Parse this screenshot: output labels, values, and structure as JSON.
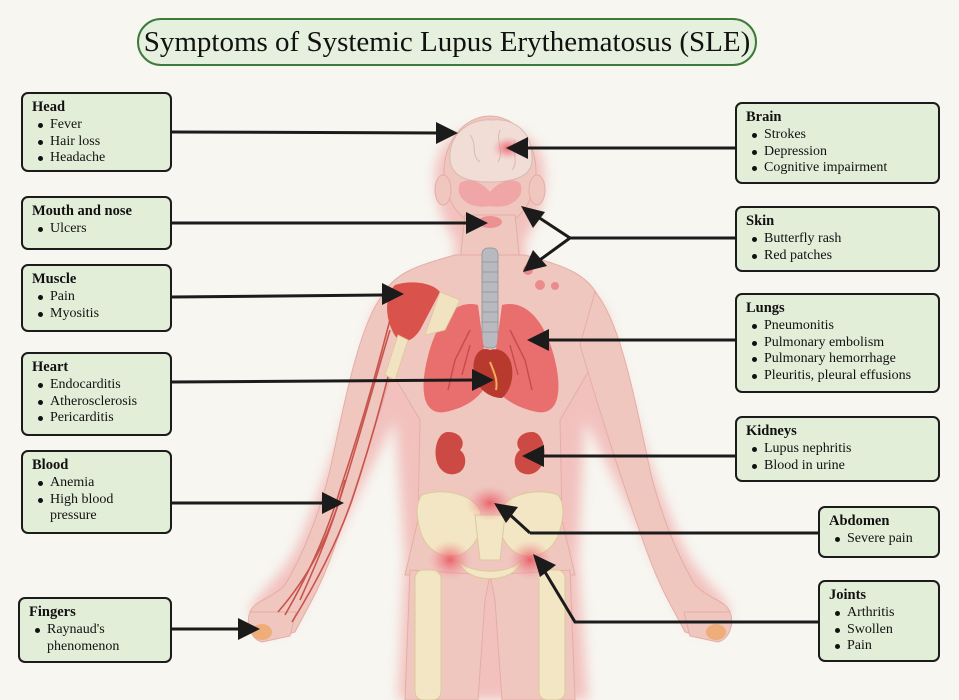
{
  "title": "Symptoms of Systemic Lupus Erythematosus (SLE)",
  "colors": {
    "box_fill": "#e3eed9",
    "box_border": "#1b1b1b",
    "title_border": "#3e7a3a",
    "inflammation": "#e8505b",
    "skin": "#efc7bf",
    "bone": "#f3e6c4",
    "lungs": "#e96e6e"
  },
  "boxes": {
    "head": {
      "title": "Head",
      "items": [
        "Fever",
        "Hair loss",
        "Headache"
      ]
    },
    "mouth": {
      "title": "Mouth and nose",
      "items": [
        "Ulcers"
      ]
    },
    "muscle": {
      "title": "Muscle",
      "items": [
        "Pain",
        "Myositis"
      ]
    },
    "heart": {
      "title": "Heart",
      "items": [
        "Endocarditis",
        "Atherosclerosis",
        "Pericarditis"
      ]
    },
    "blood": {
      "title": "Blood",
      "items": [
        "Anemia",
        "High blood pressure"
      ]
    },
    "fingers": {
      "title": "Fingers",
      "items": [
        "Raynaud's phenomenon"
      ]
    },
    "brain": {
      "title": "Brain",
      "items": [
        "Strokes",
        "Depression",
        "Cognitive impairment"
      ]
    },
    "skin": {
      "title": "Skin",
      "items": [
        "Butterfly rash",
        "Red patches"
      ]
    },
    "lungs": {
      "title": "Lungs",
      "items": [
        "Pneumonitis",
        "Pulmonary embolism",
        "Pulmonary hemorrhage",
        "Pleuritis, pleural effusions"
      ]
    },
    "kidneys": {
      "title": "Kidneys",
      "items": [
        "Lupus nephritis",
        "Blood in urine"
      ]
    },
    "abdomen": {
      "title": "Abdomen",
      "items": [
        "Severe pain"
      ]
    },
    "joints": {
      "title": "Joints",
      "items": [
        "Arthritis",
        "Swollen",
        "Pain"
      ]
    }
  }
}
